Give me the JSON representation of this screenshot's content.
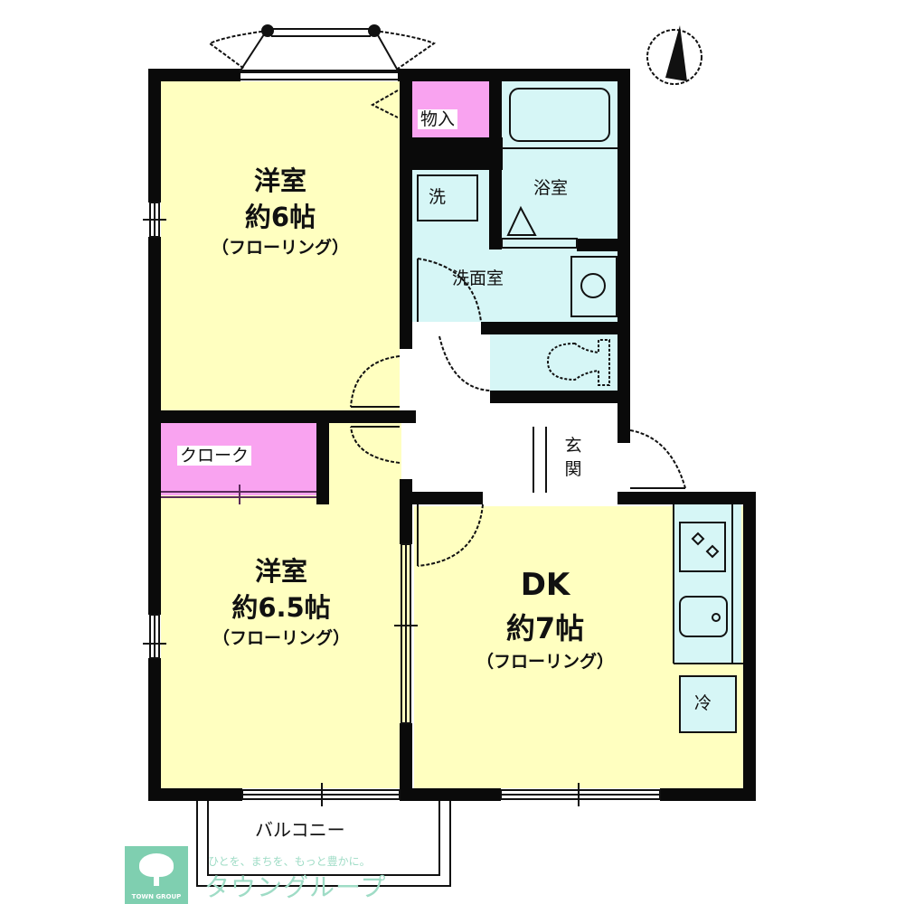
{
  "floor_plan": {
    "layout_type": "2DK",
    "rooms": [
      {
        "id": "western-room-1",
        "name": "洋室",
        "size": "約6帖",
        "flooring": "（フローリング）"
      },
      {
        "id": "western-room-2",
        "name": "洋室",
        "size": "約6.5帖",
        "flooring": "（フローリング）"
      },
      {
        "id": "dining-kitchen",
        "name": "DK",
        "size": "約7帖",
        "flooring": "（フローリング）"
      }
    ],
    "storage": "物入",
    "bathroom": "浴室",
    "washroom": "洗面室",
    "washer": "洗",
    "closet": "クローク",
    "entrance": "玄関",
    "fridge": "冷",
    "balcony": "バルコニー"
  },
  "compass": {
    "direction": "north"
  },
  "branding": {
    "logo_text": "TOWN GROUP",
    "tagline": "ひとを、まちを、もっと豊かに。",
    "company": "タウングループ",
    "color": "#7fcfb0"
  },
  "colors": {
    "room_floor": "#ffffc0",
    "wet_area": "#d6f6f6",
    "storage": "#f9a3f0",
    "wall": "#0a0a0a"
  }
}
